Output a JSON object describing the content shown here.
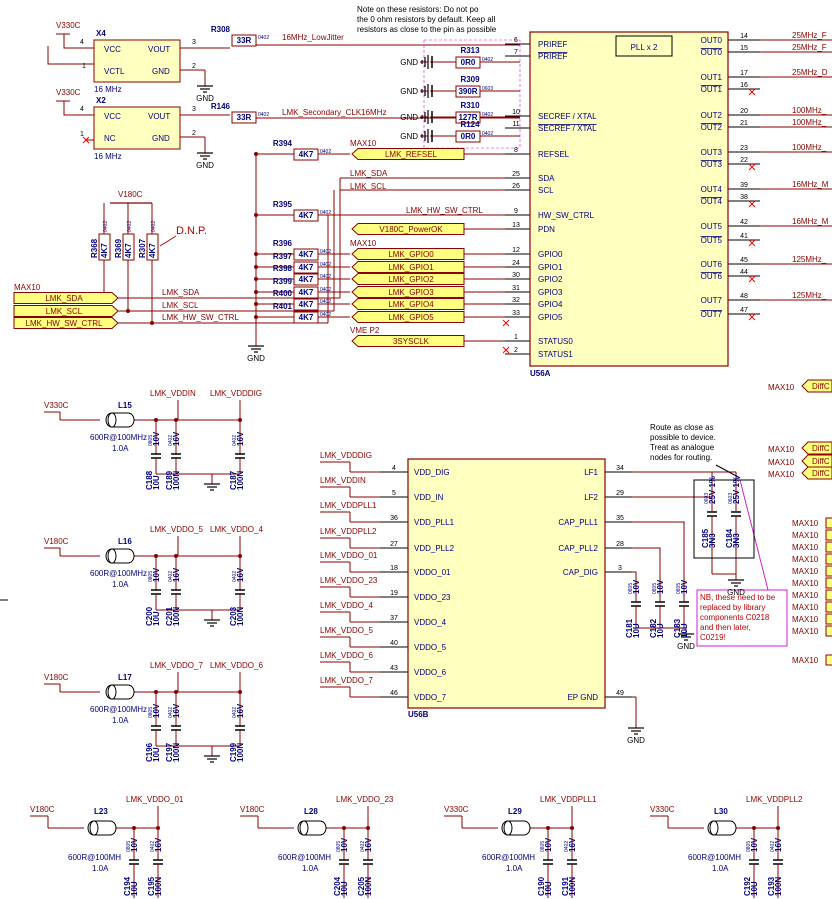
{
  "colors": {
    "wire": "#8b0000",
    "net_label": "#8b0000",
    "pin": "#000000",
    "part_fill": "#ffffc0",
    "part_stroke": "#8b0000",
    "part_text": "#000080",
    "tag_fill": "#ffff80",
    "ref": "#000080",
    "note": "#000000",
    "nb_border": "#d020d0",
    "nb_text": "#c00000",
    "port_fill": "#ffff80",
    "pin_x": "#ff0000"
  },
  "note_top": [
    "Note on these resistors: Do not po",
    "the 0 ohm resistors by default. Keep all",
    "resistors as close to the pin as possible"
  ],
  "note_route": [
    "Route as close as",
    "possible to device.",
    "Treat as analogue",
    "nodes for routing."
  ],
  "note_nb": [
    "NB, these need to be",
    "replaced by library",
    "components C0218",
    "and then later,",
    "C0219!"
  ],
  "dnp": "D.N.P.",
  "oscillators": [
    {
      "ref": "X4",
      "pins": [
        "VCC",
        "VOUT",
        "VCTL",
        "GND"
      ],
      "freq": "16 MHz",
      "supply": "V330C",
      "pin_nums": [
        "4",
        "3",
        "1",
        "2"
      ]
    },
    {
      "ref": "X2",
      "pins": [
        "VCC",
        "VOUT",
        "NC",
        "GND"
      ],
      "freq": "16 MHz",
      "supply": "V330C",
      "pin_nums": [
        "4",
        "3",
        "1",
        "2"
      ]
    }
  ],
  "gnd": "GND",
  "series_resistors": [
    {
      "ref": "R308",
      "value": "33R",
      "pkg": "0402",
      "net": "16MHz_LowJitter"
    },
    {
      "ref": "R146",
      "value": "33R",
      "pkg": "0402",
      "net": "LMK_Secondary_CLK16MHz"
    }
  ],
  "zero_ohm": [
    {
      "ref": "R313",
      "value": "0R0",
      "pkg": "0402"
    },
    {
      "ref": "R309",
      "value": "390R",
      "pkg": "0603"
    },
    {
      "ref": "R310",
      "value": "127R",
      "pkg": "0402"
    },
    {
      "ref": "R124",
      "value": "0R0",
      "pkg": "0402"
    }
  ],
  "pullups": [
    {
      "ref": "R394",
      "value": "4K7",
      "pkg": "0402"
    },
    {
      "ref": "R395",
      "value": "4K7",
      "pkg": "0402"
    },
    {
      "ref": "R396",
      "value": "4K7",
      "pkg": "0402"
    },
    {
      "ref": "R397",
      "value": "4K7",
      "pkg": "0402"
    },
    {
      "ref": "R398",
      "value": "4K7",
      "pkg": "0402"
    },
    {
      "ref": "R399",
      "value": "4K7",
      "pkg": "0402"
    },
    {
      "ref": "R400",
      "value": "4K7",
      "pkg": "0402"
    },
    {
      "ref": "R401",
      "value": "4K7",
      "pkg": "0402"
    }
  ],
  "i2c_pullups": [
    {
      "ref": "R368",
      "value": "4K7",
      "pkg": "0402"
    },
    {
      "ref": "R369",
      "value": "4K7",
      "pkg": "0402"
    },
    {
      "ref": "R307",
      "value": "4K7",
      "pkg": "0402"
    }
  ],
  "v180c": "V180C",
  "max10": "MAX10",
  "vme_p2": "VME P2",
  "tags_left": [
    "LMK_SDA",
    "LMK_SCL",
    "LMK_HW_SW_CTRL"
  ],
  "nets_left": [
    "LMK_SDA",
    "LMK_SCL",
    "LMK_HW_SW_CTRL"
  ],
  "tags_mid": [
    "LMK_REFSEL",
    "V180C_PowerOK",
    "LMK_GPIO0",
    "LMK_GPIO1",
    "LMK_GPIO2",
    "LMK_GPIO3",
    "LMK_GPIO4",
    "LMK_GPIO5",
    "3SYSCLK"
  ],
  "nets_mid": [
    "LMK_SDA",
    "LMK_SCL",
    "LMK_HW_SW_CTRL"
  ],
  "u56a": {
    "ref": "U56A",
    "pll": "PLL x 2",
    "left_pins": [
      {
        "name": "PRIREF",
        "num": "6"
      },
      {
        "name": "PRIREF",
        "num": "7"
      },
      {
        "name": "SECREF / XTAL",
        "num": "10"
      },
      {
        "name": "SECREF / XTAL",
        "num": "11"
      },
      {
        "name": "REFSEL",
        "num": "8"
      },
      {
        "name": "SDA",
        "num": "25"
      },
      {
        "name": "SCL",
        "num": "26"
      },
      {
        "name": "HW_SW_CTRL",
        "num": "9"
      },
      {
        "name": "PDN",
        "num": "13"
      },
      {
        "name": "GPIO0",
        "num": "12"
      },
      {
        "name": "GPIO1",
        "num": "24"
      },
      {
        "name": "GPIO2",
        "num": "30"
      },
      {
        "name": "GPIO3",
        "num": "31"
      },
      {
        "name": "GPIO4",
        "num": "32"
      },
      {
        "name": "GPIO5",
        "num": "33"
      },
      {
        "name": "STATUS0",
        "num": "1"
      },
      {
        "name": "STATUS1",
        "num": "2"
      }
    ],
    "right_pins": [
      {
        "name": "OUT0",
        "num": "14"
      },
      {
        "name": "OUT0",
        "num": "15"
      },
      {
        "name": "OUT1",
        "num": "17"
      },
      {
        "name": "OUT1",
        "num": "16"
      },
      {
        "name": "OUT2",
        "num": "20"
      },
      {
        "name": "OUT2",
        "num": "21"
      },
      {
        "name": "OUT3",
        "num": "23"
      },
      {
        "name": "OUT3",
        "num": "22"
      },
      {
        "name": "OUT4",
        "num": "39"
      },
      {
        "name": "OUT4",
        "num": "38"
      },
      {
        "name": "OUT5",
        "num": "42"
      },
      {
        "name": "OUT5",
        "num": "41"
      },
      {
        "name": "OUT6",
        "num": "45"
      },
      {
        "name": "OUT6",
        "num": "44"
      },
      {
        "name": "OUT7",
        "num": "48"
      },
      {
        "name": "OUT7",
        "num": "47"
      }
    ],
    "out_nets": [
      "25MHz_F",
      "25MHz_F",
      "25MHz_D",
      "100MHz_",
      "100MHz_",
      "100MHz_",
      "16MHz_M",
      "16MHz_M",
      "125MHz_",
      "125MHz_"
    ]
  },
  "u56b": {
    "ref": "U56B",
    "left_pins": [
      {
        "name": "VDD_DIG",
        "num": "4",
        "net": "LMK_VDDDIG"
      },
      {
        "name": "VDD_IN",
        "num": "5",
        "net": "LMK_VDDIN"
      },
      {
        "name": "VDD_PLL1",
        "num": "36",
        "net": "LMK_VDDPLL1"
      },
      {
        "name": "VDD_PLL2",
        "num": "27",
        "net": "LMK_VDDPLL2"
      },
      {
        "name": "VDDO_01",
        "num": "18",
        "net": "LMK_VDDO_01"
      },
      {
        "name": "VDDO_23",
        "num": "19",
        "net": "LMK_VDDO_23"
      },
      {
        "name": "VDDO_4",
        "num": "37",
        "net": "LMK_VDDO_4"
      },
      {
        "name": "VDDO_5",
        "num": "40",
        "net": "LMK_VDDO_5"
      },
      {
        "name": "VDDO_6",
        "num": "43",
        "net": "LMK_VDDO_6"
      },
      {
        "name": "VDDO_7",
        "num": "46",
        "net": "LMK_VDDO_7"
      }
    ],
    "right_pins": [
      {
        "name": "LF1",
        "num": "34"
      },
      {
        "name": "LF2",
        "num": "29"
      },
      {
        "name": "CAP_PLL1",
        "num": "35"
      },
      {
        "name": "CAP_PLL2",
        "num": "28"
      },
      {
        "name": "CAP_DIG",
        "num": "3"
      },
      {
        "name": "EP GND",
        "num": "49"
      }
    ]
  },
  "inductor_value": "600R@100MHz",
  "inductor_value_cut": "600R@100MH",
  "inductor_current": "1.0A",
  "filters": [
    {
      "ind": "L15",
      "supply": "V330C",
      "nets": [
        "LMK_VDDIN",
        "LMK_VDDDIG"
      ],
      "caps": [
        {
          "ref": "C188",
          "val": "10U",
          "pkg": "0805",
          "v": "10V"
        },
        {
          "ref": "C189",
          "val": "100N",
          "pkg": "0402",
          "v": "16V"
        },
        {
          "ref": "C187",
          "val": "100N",
          "pkg": "0402",
          "v": "16V"
        }
      ]
    },
    {
      "ind": "L16",
      "supply": "V180C",
      "nets": [
        "LMK_VDDO_5",
        "LMK_VDDO_4"
      ],
      "caps": [
        {
          "ref": "C200",
          "val": "10U",
          "pkg": "0805",
          "v": "10V"
        },
        {
          "ref": "C201",
          "val": "100N",
          "pkg": "0402",
          "v": "16V"
        },
        {
          "ref": "C203",
          "val": "100N",
          "pkg": "0402",
          "v": "16V"
        }
      ]
    },
    {
      "ind": "L17",
      "supply": "V180C",
      "nets": [
        "LMK_VDDO_7",
        "LMK_VDDO_6"
      ],
      "caps": [
        {
          "ref": "C196",
          "val": "10U",
          "pkg": "0805",
          "v": "10V"
        },
        {
          "ref": "C197",
          "val": "100N",
          "pkg": "0402",
          "v": "16V"
        },
        {
          "ref": "C199",
          "val": "100N",
          "pkg": "0402",
          "v": "16V"
        }
      ]
    }
  ],
  "bottom_filters": [
    {
      "ind": "L23",
      "supply": "V180C",
      "net": "LMK_VDDO_01",
      "caps": [
        {
          "ref": "C194",
          "val": "10U",
          "pkg": "0805",
          "v": "10V"
        },
        {
          "ref": "C195",
          "val": "100N",
          "pkg": "0402",
          "v": "16V"
        }
      ]
    },
    {
      "ind": "L28",
      "supply": "V180C",
      "net": "LMK_VDDO_23",
      "caps": [
        {
          "ref": "C204",
          "val": "10U",
          "pkg": "0805",
          "v": "10V"
        },
        {
          "ref": "C205",
          "val": "100N",
          "pkg": "0402",
          "v": "16V"
        }
      ]
    },
    {
      "ind": "L29",
      "supply": "V330C",
      "net": "LMK_VDDPLL1",
      "caps": [
        {
          "ref": "C190",
          "val": "10U",
          "pkg": "0805",
          "v": "10V"
        },
        {
          "ref": "C191",
          "val": "100N",
          "pkg": "0402",
          "v": "16V"
        }
      ]
    },
    {
      "ind": "L30",
      "supply": "V330C",
      "net": "LMK_VDDPLL2",
      "caps": [
        {
          "ref": "C192",
          "val": "10U",
          "pkg": "0805",
          "v": "10V"
        },
        {
          "ref": "C193",
          "val": "100N",
          "pkg": "0402",
          "v": "16V"
        }
      ]
    }
  ],
  "lf_caps": [
    {
      "ref": "C185",
      "val": "3N3",
      "pkg": "0603",
      "v": "25V 1%"
    },
    {
      "ref": "C184",
      "val": "3N3",
      "pkg": "0603",
      "v": "25V 1%"
    }
  ],
  "cap_caps": [
    {
      "ref": "C181",
      "val": "10U",
      "pkg": "0805",
      "v": "10V"
    },
    {
      "ref": "C182",
      "val": "10U",
      "pkg": "0805",
      "v": "10V"
    },
    {
      "ref": "C183",
      "val": "10U",
      "pkg": "0805",
      "v": "10V"
    }
  ],
  "right_ports": [
    "DiffC",
    "DiffC",
    "DiffC",
    "DiffC"
  ],
  "right_max10": [
    "MAX10",
    "MAX10",
    "MAX10",
    "MAX10",
    "MAX10",
    "MAX10",
    "MAX10",
    "MAX10",
    "MAX10",
    "MAX10",
    "MAX10",
    "MAX10",
    "MAX10",
    "MAX10",
    "MAX10",
    "MAX10"
  ]
}
